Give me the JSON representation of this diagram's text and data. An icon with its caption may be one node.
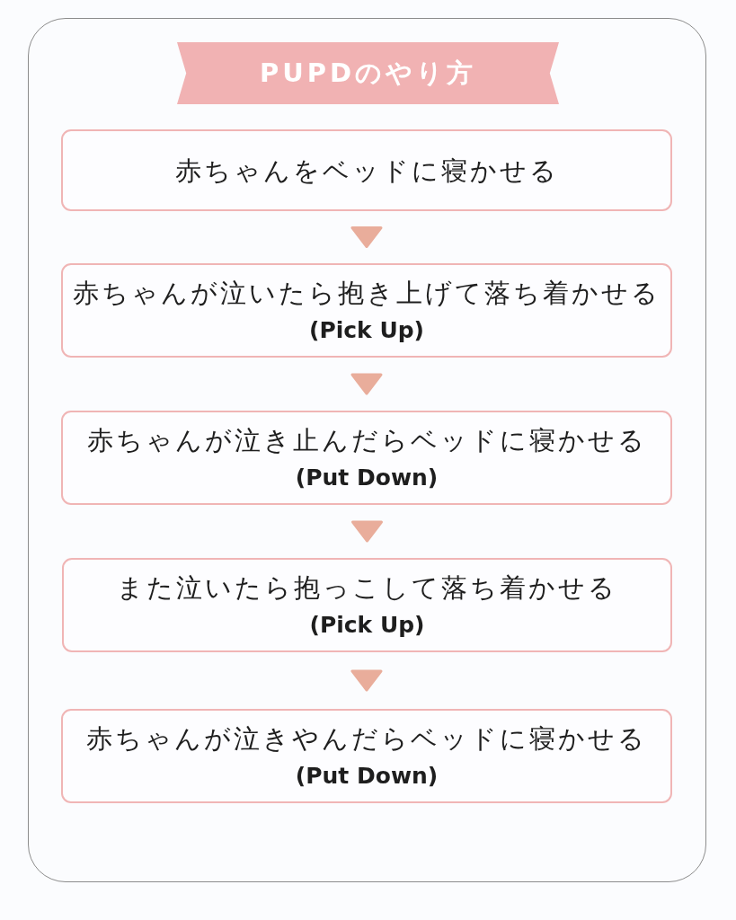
{
  "diagram": {
    "title": "PUPDのやり方",
    "nodes": [
      {
        "text": [
          "赤ちゃんをベッドに寝かせる"
        ]
      },
      {
        "text": [
          "赤ちゃんが泣いたら抱き上げて落ち着かせる",
          "(Pick Up)"
        ]
      },
      {
        "text": [
          "赤ちゃんが泣き止んだらベッドに寝かせる",
          "(Put Down)"
        ]
      },
      {
        "text": [
          "また泣いたら抱っこして落ち着かせる",
          "(Pick Up)"
        ]
      },
      {
        "text": [
          "赤ちゃんが泣きやんだらベッドに寝かせる",
          "(Put Down)"
        ]
      }
    ],
    "edges": [
      {
        "from": 0,
        "to": 1,
        "arrow": "to"
      },
      {
        "from": 1,
        "to": 2,
        "arrow": "to"
      },
      {
        "from": 2,
        "to": 3,
        "arrow": "to"
      },
      {
        "from": 3,
        "to": 4,
        "arrow": "to"
      }
    ]
  }
}
